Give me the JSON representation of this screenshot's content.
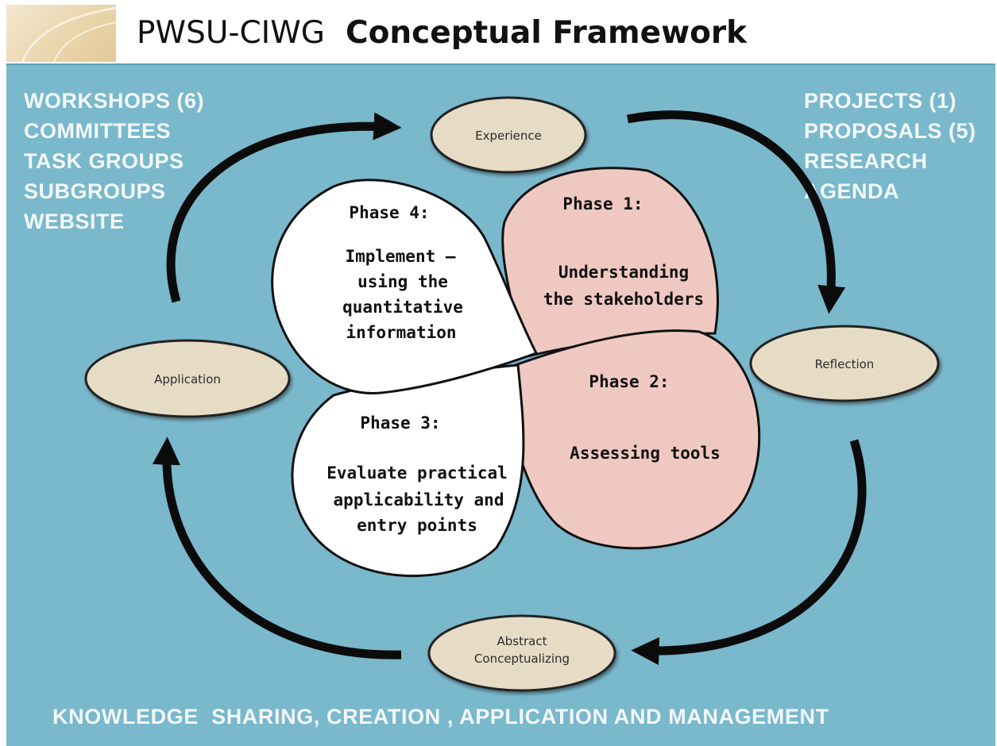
{
  "header": {
    "org": "PWSU-CIWG",
    "title": "Conceptual Framework"
  },
  "left_list": [
    "WORKSHOPS (6)",
    "COMMITTEES",
    "TASK GROUPS",
    "SUBGROUPS",
    "WEBSITE"
  ],
  "right_list": [
    "PROJECTS (1)",
    "PROPOSALS (5)",
    "RESEARCH",
    "AGENDA"
  ],
  "cycle": {
    "experience": "Experience",
    "reflection": "Reflection",
    "abstract": [
      "Abstract",
      "Conceptualizing"
    ],
    "application": "Application"
  },
  "phases": {
    "p1": {
      "heading": "Phase 1:",
      "body": [
        "Understanding",
        "the stakeholders"
      ]
    },
    "p2": {
      "heading": "Phase 2:",
      "body": [
        "Assessing tools"
      ]
    },
    "p3": {
      "heading": "Phase 3:",
      "body": [
        "Evaluate practical",
        "applicability and",
        "entry points"
      ]
    },
    "p4": {
      "heading": "Phase 4:",
      "body": [
        "Implement –",
        "using the",
        "quantitative",
        "information"
      ]
    }
  },
  "footer": "KNOWLEDGE  SHARING, CREATION , APPLICATION AND MANAGEMENT",
  "colors": {
    "background": "#7ab8cc",
    "oval_fill": "#e6dcc6",
    "phase_pink": "#efc9c1",
    "phase_white": "#ffffff",
    "list_text": "#f2f8fa"
  }
}
